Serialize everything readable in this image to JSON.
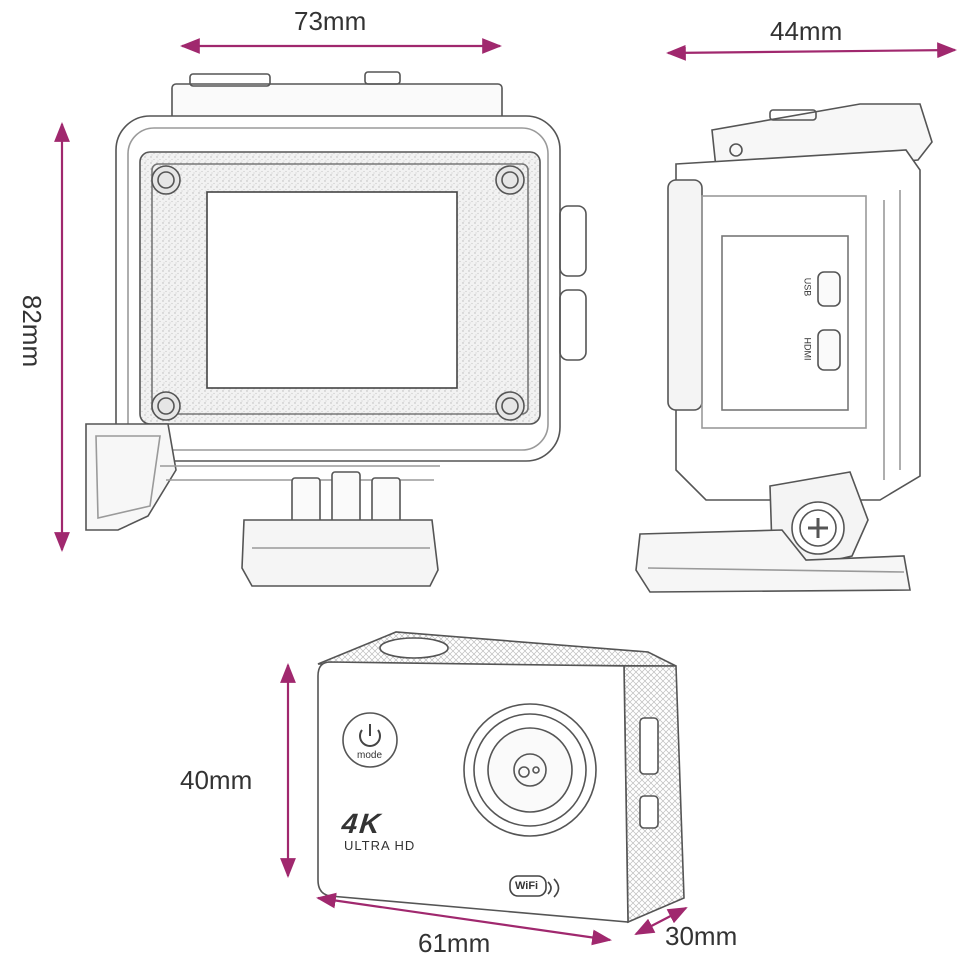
{
  "colors": {
    "accent": "#a0286e",
    "line": "#555555",
    "light_line": "#9a9a9a",
    "text": "#333333"
  },
  "dimensions": {
    "housing_width": "73mm",
    "housing_height": "82mm",
    "housing_depth": "44mm",
    "camera_height": "40mm",
    "camera_width": "61mm",
    "camera_depth": "30mm"
  },
  "camera_labels": {
    "mode": "mode",
    "resolution": "4K",
    "subtitle": "ULTRA HD",
    "wifi": "WiFi"
  },
  "side_port_labels": {
    "usb": "USB",
    "hdmi": "HDMI"
  },
  "icons": [
    "power-icon",
    "wifi-icon",
    "screw-icon"
  ]
}
